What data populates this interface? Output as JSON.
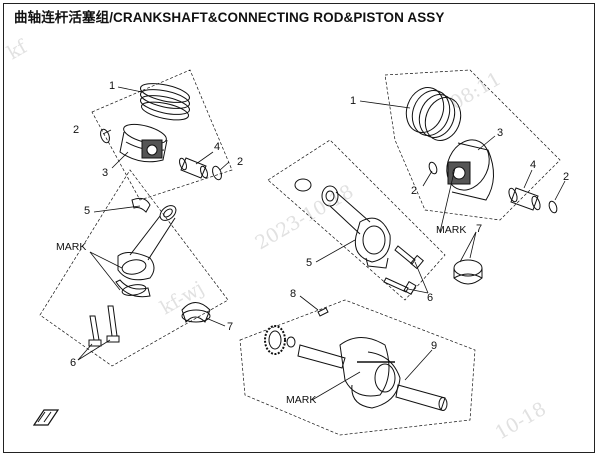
{
  "title": "曲轴连杆活塞组/CRANKSHAFT&CONNECTING ROD&PISTON ASSY",
  "callouts": {
    "left_1": "1",
    "left_2a": "2",
    "left_3": "3",
    "left_4": "4",
    "left_2b": "2",
    "left_5": "5",
    "left_7": "7",
    "left_6": "6",
    "right_1": "1",
    "right_2a": "2",
    "right_3": "3",
    "right_4": "4",
    "right_2b": "2",
    "right_5": "5",
    "right_7": "7",
    "right_6": "6",
    "right_8": "8",
    "right_9": "9"
  },
  "mark_labels": {
    "left": "MARK",
    "right_piston": "MARK",
    "crankshaft": "MARK"
  },
  "watermarks": {
    "wm1": "2023-10-18",
    "wm2": "kf-wj",
    "wm3": "08:11",
    "wm4": "10-18",
    "wm5": "kf"
  },
  "colors": {
    "line": "#111111",
    "frame": "#222222",
    "watermark": "#c9c9c9"
  }
}
